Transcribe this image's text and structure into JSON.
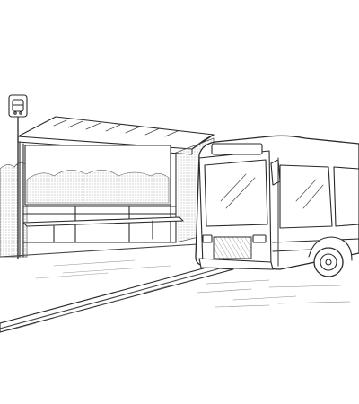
{
  "image": {
    "kind": "line-art illustration",
    "palette": {
      "ink": "#2a2a2a",
      "paper": "#ffffff",
      "hatch": "#6a6a6a"
    }
  },
  "scene": {
    "subjects": [
      "bus-stop-shelter",
      "bus-stop-sign",
      "city-bus",
      "bench",
      "bushes",
      "curb",
      "road"
    ],
    "sign_icon": "bus-icon"
  }
}
